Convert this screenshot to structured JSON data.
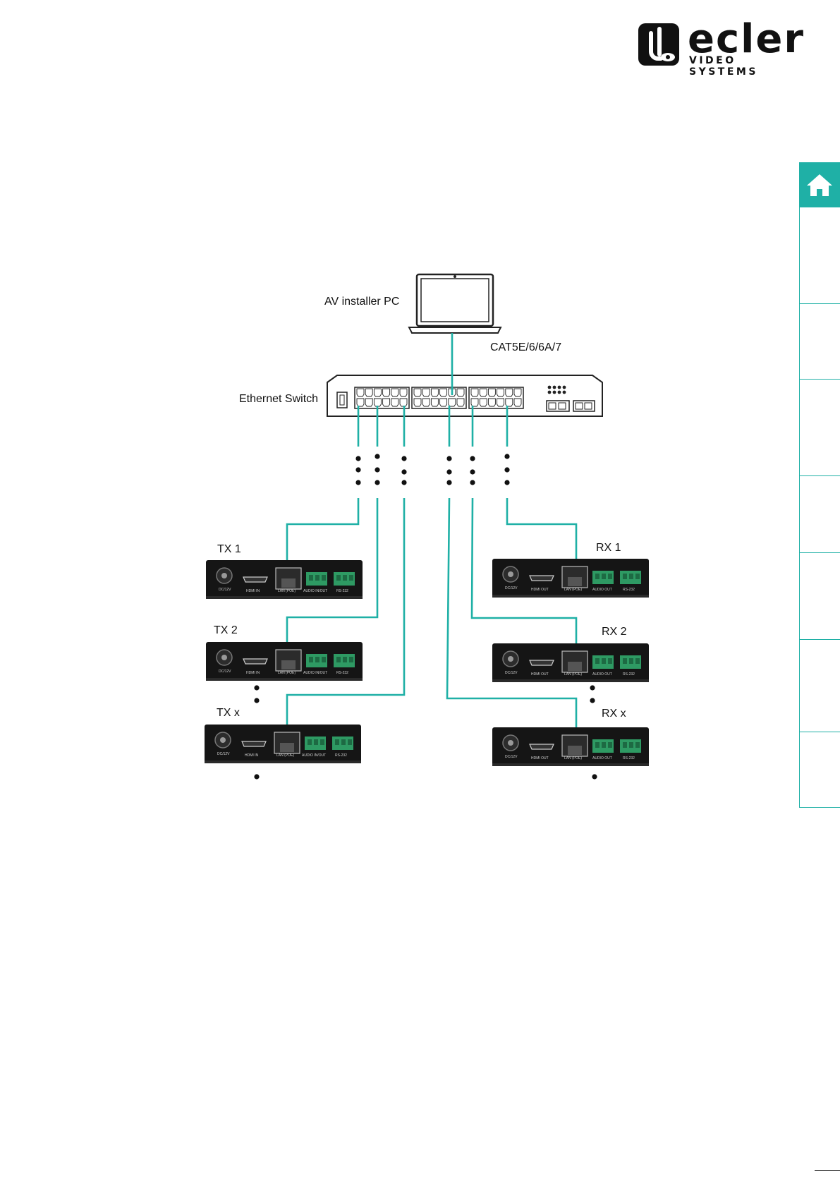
{
  "brand": {
    "name": "ecler",
    "tagline": "VIDEO SYSTEMS"
  },
  "nav": {
    "home_icon": "home-icon",
    "tab_count": 7
  },
  "colors": {
    "accent": "#1fb0a6",
    "device": "#151515",
    "terminal": "#2e9a63"
  },
  "diagram": {
    "pc_label": "AV installer PC",
    "cable_label": "CAT5E/6/6A/7",
    "switch_label": "Ethernet Switch",
    "tx": [
      {
        "label": "TX 1",
        "ports": [
          "DC/12V",
          "HDMI IN",
          "LAN (POE)",
          "AUDIO IN/OUT",
          "RS-232"
        ]
      },
      {
        "label": "TX 2",
        "ports": [
          "DC/12V",
          "HDMI IN",
          "LAN (POE)",
          "AUDIO IN/OUT",
          "RS-232"
        ]
      },
      {
        "label": "TX x",
        "ports": [
          "DC/12V",
          "HDMI IN",
          "LAN (POE)",
          "AUDIO IN/OUT",
          "RS-232"
        ]
      }
    ],
    "rx": [
      {
        "label": "RX 1",
        "ports": [
          "DC/12V",
          "HDMI OUT",
          "LAN (POE)",
          "AUDIO OUT",
          "RS-232"
        ]
      },
      {
        "label": "RX 2",
        "ports": [
          "DC/12V",
          "HDMI OUT",
          "LAN (POE)",
          "AUDIO OUT",
          "RS-232"
        ]
      },
      {
        "label": "RX x",
        "ports": [
          "DC/12V",
          "HDMI OUT",
          "LAN (POE)",
          "AUDIO OUT",
          "RS-232"
        ]
      }
    ]
  }
}
